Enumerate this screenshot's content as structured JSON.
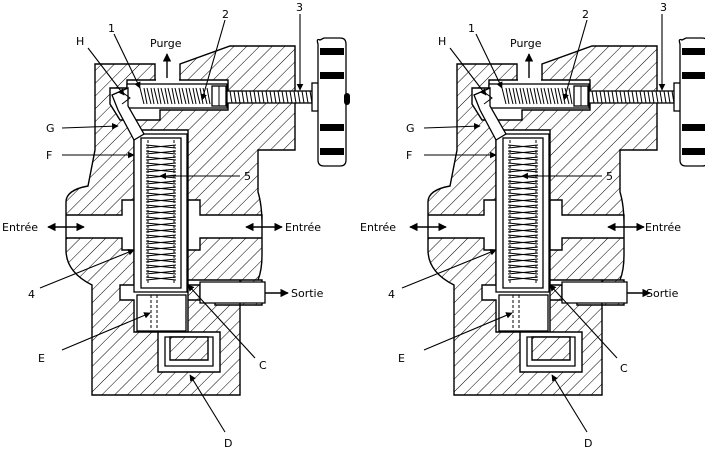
{
  "colors": {
    "line": "#000000",
    "background": "#ffffff"
  },
  "labels": {
    "purge": "Purge",
    "entree": "Entrée",
    "sortie": "Sortie",
    "n1": "1",
    "n2": "2",
    "n3": "3",
    "n4": "4",
    "n5": "5",
    "H": "H",
    "G": "G",
    "F": "F",
    "E": "E",
    "C": "C",
    "D": "D"
  },
  "panels": [
    "left-valve",
    "right-valve"
  ]
}
